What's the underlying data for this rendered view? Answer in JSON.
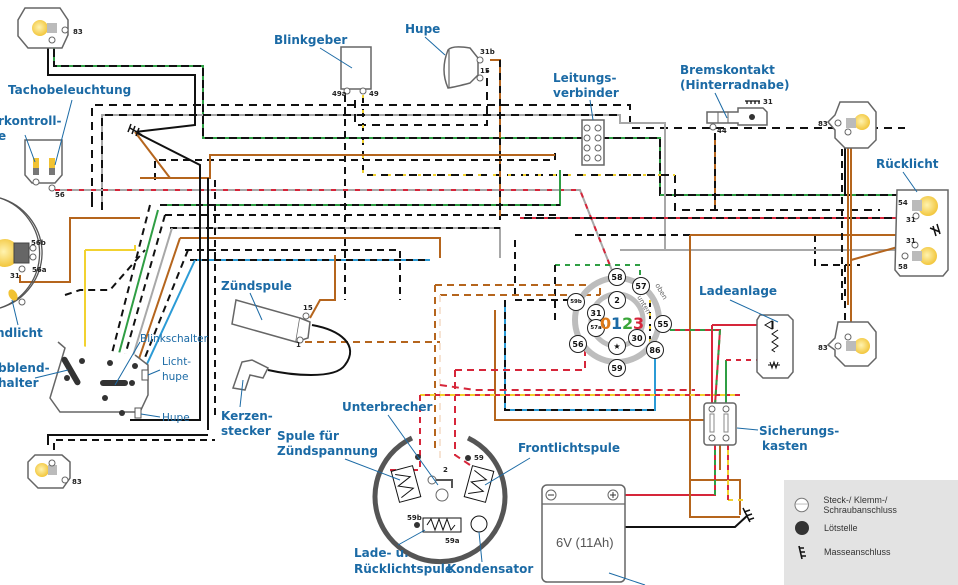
{
  "diagram": {
    "labels": {
      "blinkgeber": "Blinkgeber",
      "hupe_top": "Hupe",
      "leitungsverbinder_1": "Leitungs-",
      "leitungsverbinder_2": "verbinder",
      "bremskontakt_1": "Bremskontakt",
      "bremskontakt_2": "(Hinterradnabe)",
      "tachobeleuchtung": "Tachobeleuchtung",
      "blinkerkontroll_1": "rkontroll-",
      "blinkerkontroll_2": "e",
      "ruecklicht": "Rücklicht",
      "standlicht": "ndlicht",
      "abblendschalter_1": "bblend-",
      "abblendschalter_2": "halter",
      "blinkschalter": "Blinkschalter",
      "lichthupe_1": "Licht-",
      "lichthupe_2": "hupe",
      "hupe_switch": "Hupe",
      "zuendspule": "Zündspule",
      "kerzenstecker_1": "Kerzen-",
      "kerzenstecker_2": "stecker",
      "unterbrecher": "Unterbrecher",
      "spule_zuend_1": "Spule für",
      "spule_zuend_2": "Zündspannung",
      "frontlichtspule": "Frontlichtspule",
      "lade_ruecklicht_1": "Lade- u.",
      "lade_ruecklicht_2": "Rücklichtspule",
      "kondensator": "Kondensator",
      "ladeanlage": "Ladeanlage",
      "sicherungskasten_1": "Sicherungs-",
      "sicherungskasten_2": "kasten",
      "battery": "6V  (11Ah)"
    },
    "pins": {
      "blinker_fl": "83",
      "blinker_rl": "83",
      "blinker_fr": "83",
      "blinker_rr": "83",
      "kontroll_56": "56",
      "headlight_56b": "56b",
      "headlight_56a": "56a",
      "headlight_31": "31",
      "blinkgeber_49a": "49a",
      "blinkgeber_49": "49",
      "hupe_31b": "31b",
      "hupe_15": "15",
      "brems_44": "44",
      "brems_31": "31",
      "rl_54": "54",
      "rl_31a": "31",
      "rl_31b": "31",
      "rl_58": "58",
      "zuend_15": "15",
      "zuend_1": "1",
      "unterbrecher_2": "2",
      "front_59": "59",
      "lade_59b": "59b",
      "lade_59a": "59a"
    },
    "ignition_switch": {
      "terminals": [
        "58",
        "57",
        "59b",
        "2",
        "31",
        "57a",
        "30",
        "55",
        "56",
        "★",
        "86",
        "59"
      ],
      "positions_text": "0123",
      "position_colors": [
        "#e07b1a",
        "#1b6aa5",
        "#3aa63a",
        "#d6263a"
      ],
      "ring_outer_label": "oben",
      "ring_inner_label": "unten"
    },
    "wire_colors": {
      "black": "#111111",
      "brown": "#b5651d",
      "red": "#d6263a",
      "green": "#2f9e44",
      "yellow": "#f2d230",
      "blue": "#2b9bd6",
      "grey": "#a8a8a8",
      "white": "#ffffff"
    }
  },
  "legend": {
    "items": [
      {
        "symbol": "connector-icon",
        "label": "Steck-/ Klemm-/ Schraubanschluss"
      },
      {
        "symbol": "solder-point-icon",
        "label": "Lötstelle"
      },
      {
        "symbol": "ground-icon",
        "label": "Masseanschluss"
      }
    ]
  }
}
